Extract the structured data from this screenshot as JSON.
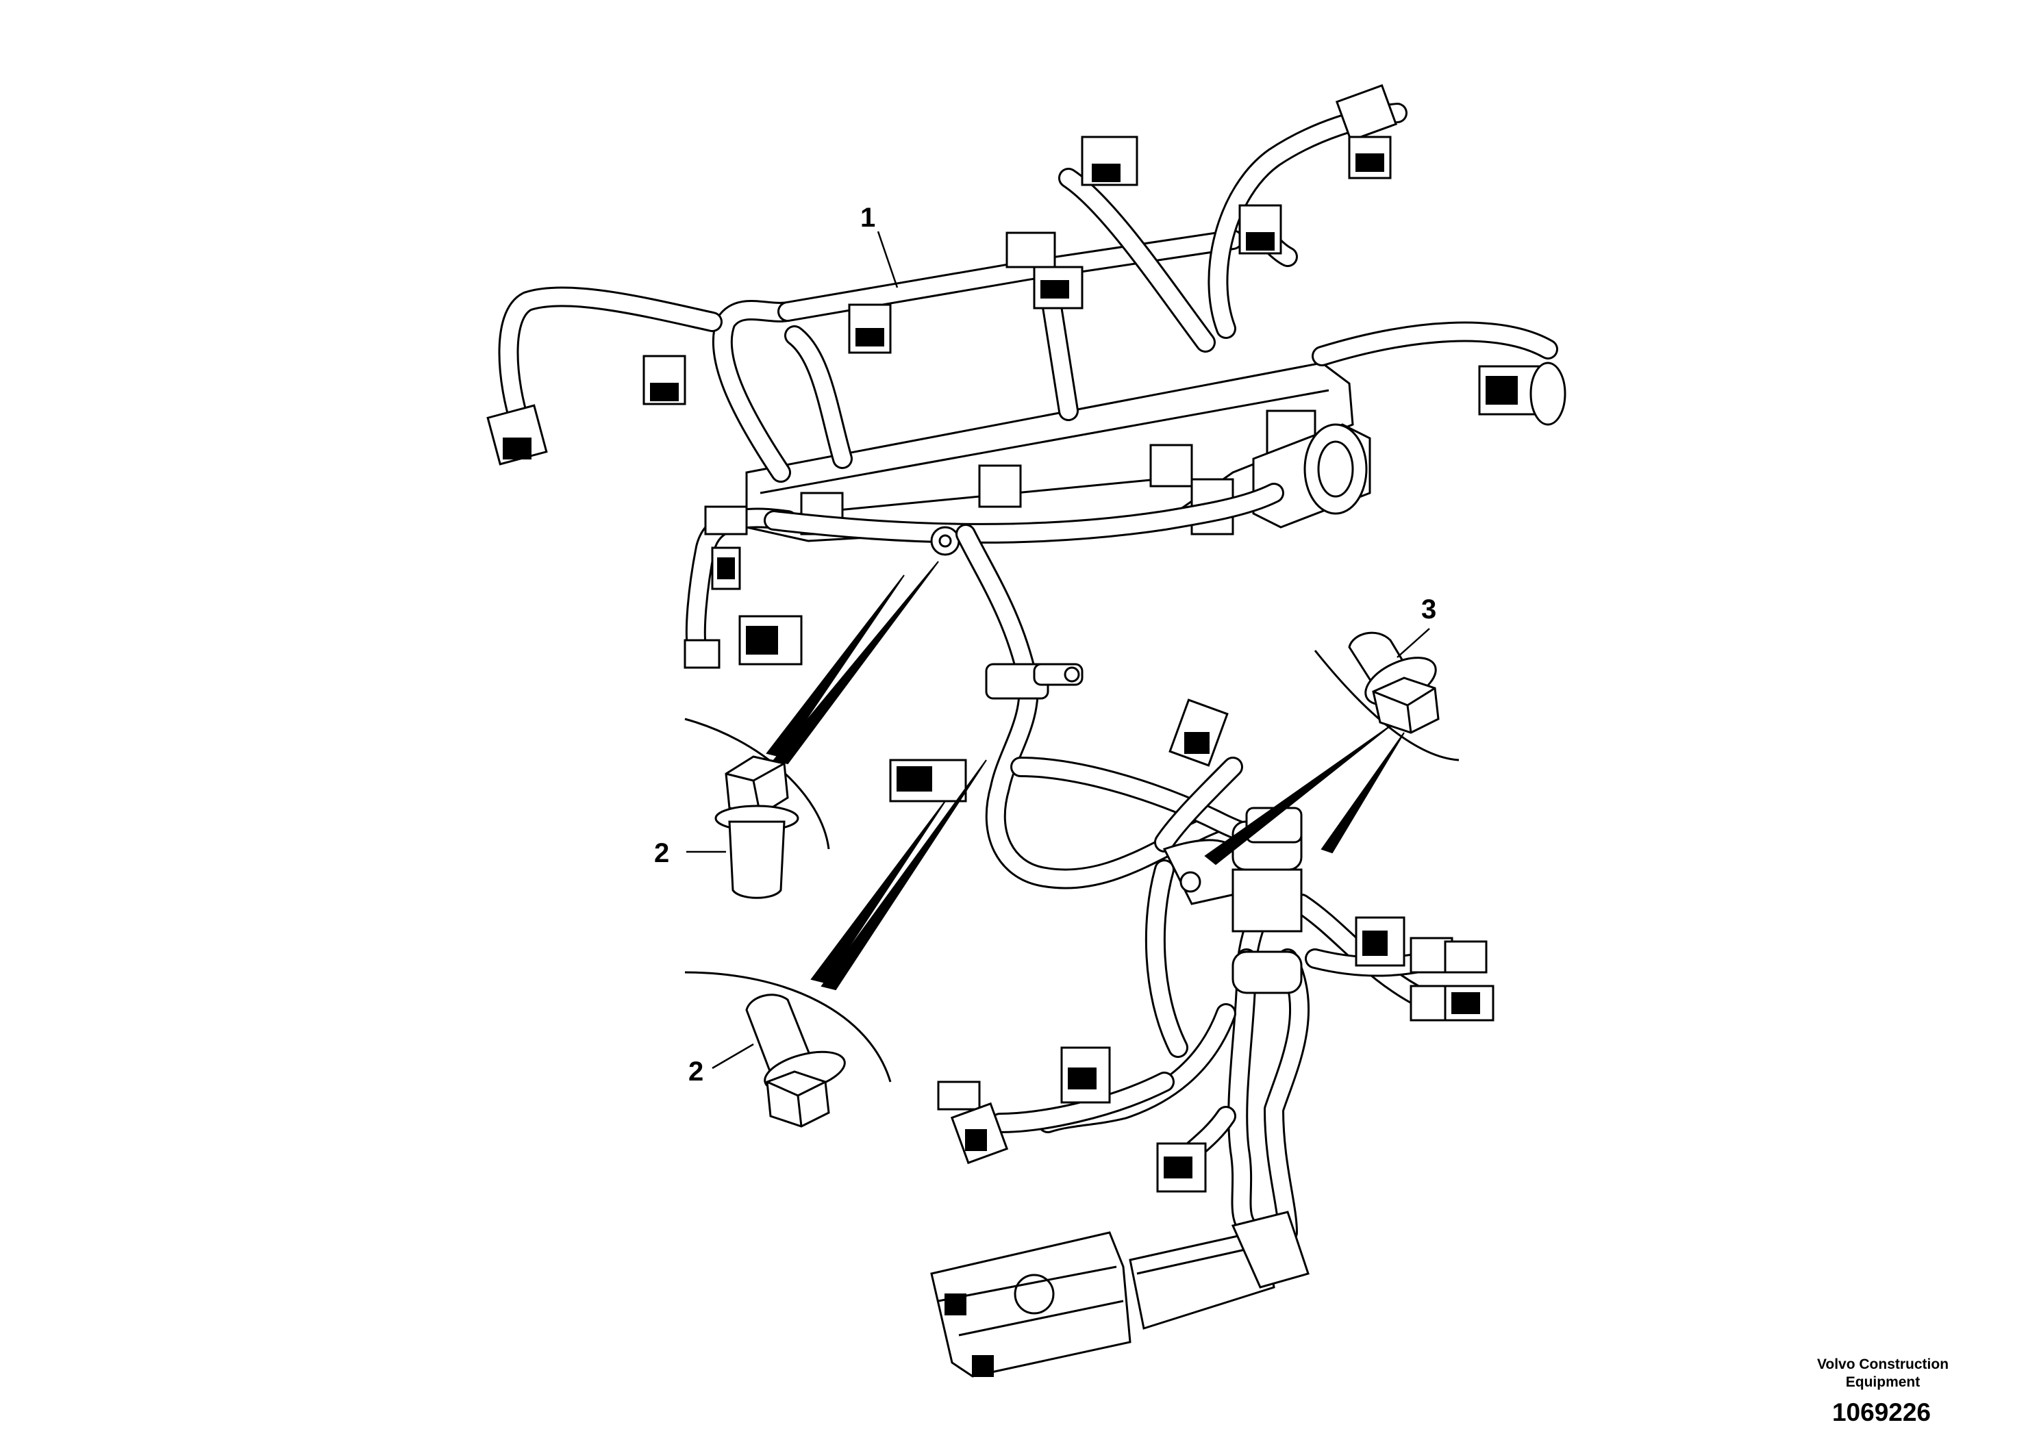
{
  "callouts": [
    {
      "id": "1",
      "label": "1"
    },
    {
      "id": "2a",
      "label": "2"
    },
    {
      "id": "2b",
      "label": "2"
    },
    {
      "id": "3",
      "label": "3"
    }
  ],
  "footer": {
    "brand_line1": "Volvo Construction",
    "brand_line2": "Equipment",
    "doc_number": "1069226"
  },
  "parts": [
    {
      "callout": "1",
      "depicts": "wiring-harness"
    },
    {
      "callout": "2",
      "depicts": "flange-screw"
    },
    {
      "callout": "3",
      "depicts": "flange-screw"
    }
  ]
}
